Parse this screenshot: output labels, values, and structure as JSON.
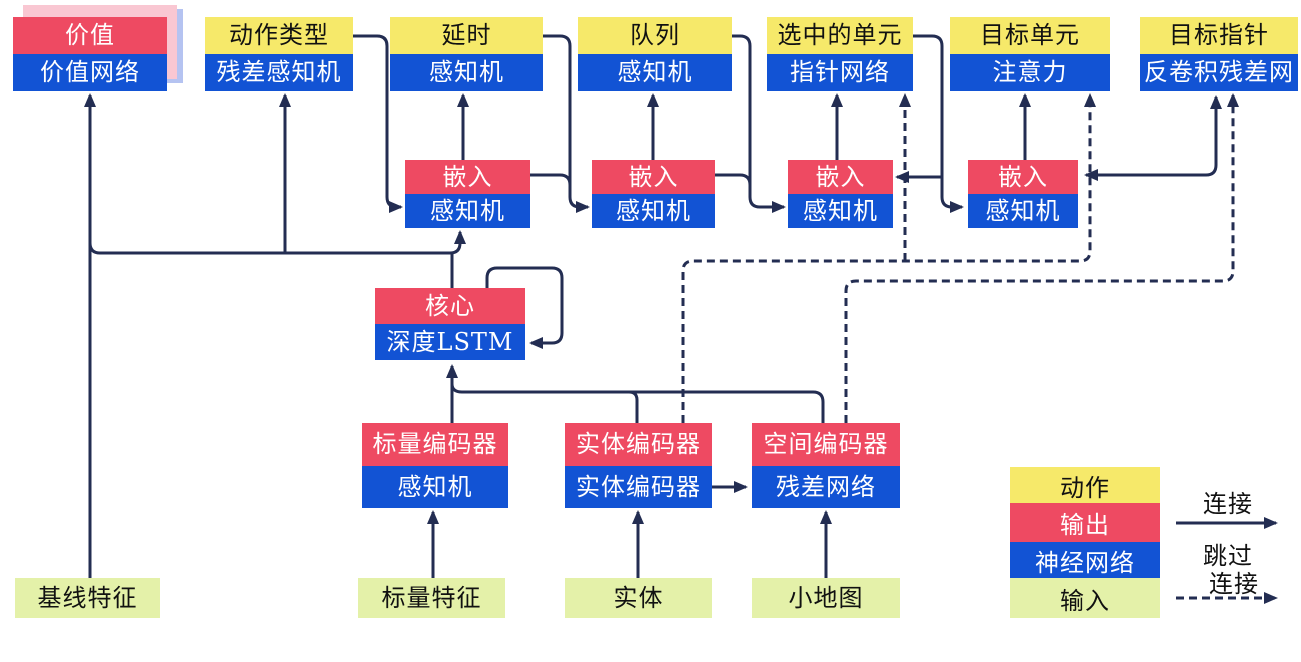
{
  "diagram": {
    "title": "agent-architecture-diagram",
    "nodes": [
      {
        "id": "value",
        "top": "价值",
        "bottom": "价值网络",
        "top_role": "output",
        "bottom_role": "network",
        "stacked": true
      },
      {
        "id": "action-type",
        "top": "动作类型",
        "bottom": "残差感知机",
        "top_role": "action",
        "bottom_role": "network"
      },
      {
        "id": "delay",
        "top": "延时",
        "bottom": "感知机",
        "top_role": "action",
        "bottom_role": "network"
      },
      {
        "id": "queue",
        "top": "队列",
        "bottom": "感知机",
        "top_role": "action",
        "bottom_role": "network"
      },
      {
        "id": "selected-units",
        "top": "选中的单元",
        "bottom": "指针网络",
        "top_role": "action",
        "bottom_role": "network"
      },
      {
        "id": "target-unit",
        "top": "目标单元",
        "bottom": "注意力",
        "top_role": "action",
        "bottom_role": "network"
      },
      {
        "id": "target-pointer",
        "top": "目标指针",
        "bottom": "反卷积残差网",
        "top_role": "action",
        "bottom_role": "network"
      },
      {
        "id": "embed-1",
        "top": "嵌入",
        "bottom": "感知机",
        "top_role": "output",
        "bottom_role": "network"
      },
      {
        "id": "embed-2",
        "top": "嵌入",
        "bottom": "感知机",
        "top_role": "output",
        "bottom_role": "network"
      },
      {
        "id": "embed-3",
        "top": "嵌入",
        "bottom": "感知机",
        "top_role": "output",
        "bottom_role": "network"
      },
      {
        "id": "embed-4",
        "top": "嵌入",
        "bottom": "感知机",
        "top_role": "output",
        "bottom_role": "network"
      },
      {
        "id": "core",
        "top": "核心",
        "bottom": "深度LSTM",
        "top_role": "output",
        "bottom_role": "network"
      },
      {
        "id": "scalar-encoder",
        "top": "标量编码器",
        "bottom": "感知机",
        "top_role": "output",
        "bottom_role": "network"
      },
      {
        "id": "entity-encoder",
        "top": "实体编码器",
        "bottom": "实体编码器",
        "top_role": "output",
        "bottom_role": "network"
      },
      {
        "id": "spatial-encoder",
        "top": "空间编码器",
        "bottom": "残差网络",
        "top_role": "output",
        "bottom_role": "network"
      },
      {
        "id": "baseline-features",
        "top": "基线特征",
        "top_role": "input"
      },
      {
        "id": "scalar-features",
        "top": "标量特征",
        "top_role": "input"
      },
      {
        "id": "entities",
        "top": "实体",
        "top_role": "input"
      },
      {
        "id": "minimap",
        "top": "小地图",
        "top_role": "input"
      }
    ],
    "edges": [
      {
        "from": "baseline-features",
        "to": "value",
        "style": "solid"
      },
      {
        "from": "core",
        "to": "value",
        "style": "solid"
      },
      {
        "from": "core",
        "to": "action-type",
        "style": "solid"
      },
      {
        "from": "core",
        "to": "embed-1",
        "style": "solid"
      },
      {
        "from": "core",
        "to": "core",
        "style": "solid",
        "note": "self-loop"
      },
      {
        "from": "action-type",
        "to": "embed-1",
        "style": "solid"
      },
      {
        "from": "embed-1",
        "to": "delay",
        "style": "solid"
      },
      {
        "from": "delay",
        "to": "embed-2",
        "style": "solid"
      },
      {
        "from": "embed-1",
        "to": "embed-2",
        "style": "solid"
      },
      {
        "from": "embed-2",
        "to": "queue",
        "style": "solid"
      },
      {
        "from": "queue",
        "to": "embed-3",
        "style": "solid"
      },
      {
        "from": "embed-2",
        "to": "embed-3",
        "style": "solid"
      },
      {
        "from": "embed-3",
        "to": "selected-units",
        "style": "solid"
      },
      {
        "from": "selected-units",
        "to": "embed-3",
        "style": "solid"
      },
      {
        "from": "selected-units",
        "to": "embed-4",
        "style": "solid"
      },
      {
        "from": "embed-4",
        "to": "target-unit",
        "style": "solid"
      },
      {
        "from": "embed-4",
        "to": "target-pointer",
        "style": "solid",
        "note": "arrowheads-both-ends"
      },
      {
        "from": "scalar-encoder",
        "to": "core",
        "style": "solid"
      },
      {
        "from": "entity-encoder",
        "to": "core",
        "style": "solid"
      },
      {
        "from": "spatial-encoder",
        "to": "core",
        "style": "solid"
      },
      {
        "from": "entity-encoder",
        "to": "spatial-encoder",
        "style": "solid"
      },
      {
        "from": "scalar-features",
        "to": "scalar-encoder",
        "style": "solid"
      },
      {
        "from": "entities",
        "to": "entity-encoder",
        "style": "solid"
      },
      {
        "from": "minimap",
        "to": "spatial-encoder",
        "style": "solid"
      },
      {
        "from": "entity-encoder",
        "to": "selected-units",
        "style": "dashed"
      },
      {
        "from": "entity-encoder",
        "to": "target-unit",
        "style": "dashed"
      },
      {
        "from": "spatial-encoder",
        "to": "target-pointer",
        "style": "dashed"
      }
    ],
    "legend": {
      "swatches": [
        {
          "label": "动作",
          "role": "action"
        },
        {
          "label": "输出",
          "role": "output"
        },
        {
          "label": "神经网络",
          "role": "network"
        },
        {
          "label": "输入",
          "role": "input"
        }
      ],
      "solid_arrow_label": "连接",
      "dashed_arrow_label_line1": "跳过",
      "dashed_arrow_label_line2": "连接"
    },
    "colors": {
      "action_yellow": "#F6E96A",
      "output_red": "#EE4A62",
      "network_blue": "#1253D4",
      "input_green": "#E4F1A9",
      "value_shadow_pink": "#F9C7D2",
      "value_shadow_blue": "#B5C3F1",
      "line_navy": "#232D52"
    }
  }
}
